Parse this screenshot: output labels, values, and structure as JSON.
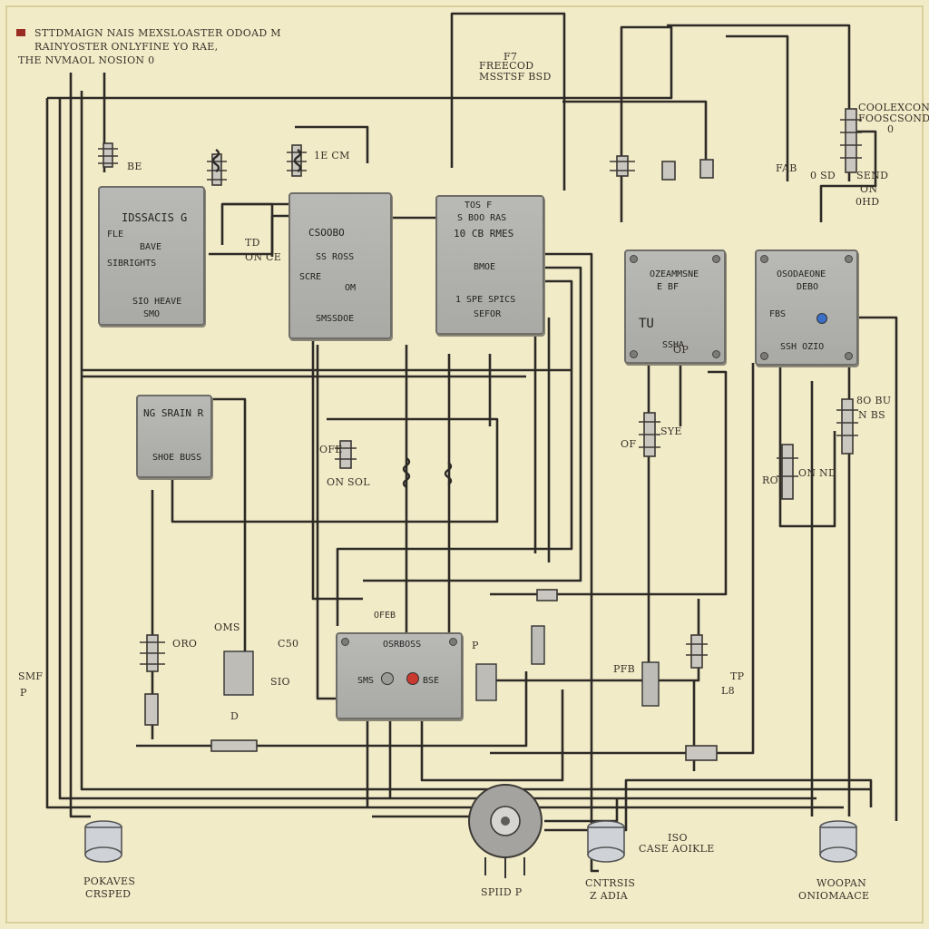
{
  "header": {
    "line1": "STTDMAIGN NAIS MEXSLOASTER ODOAD M",
    "line2": "RAINYOSTER ONLYFINE YO RAE,",
    "line3": "THE NVMAOL NOSION 0"
  },
  "top_label": {
    "line1": "F7",
    "line2": "FREECOD",
    "line3": "MSSTSF BSD"
  },
  "right_top_label": {
    "line1": "COOLEXCOND",
    "line2": "FOOSCSONDAD",
    "line3": "0"
  },
  "right_mid_labels": {
    "a": "0 SD",
    "b": "ON",
    "c": "0HD",
    "d": "SEND"
  },
  "modules": {
    "m1": {
      "line1": "IDSSACIS G",
      "line2": "FLE",
      "line3": "BAVE",
      "line4": "SIBRIGHTS",
      "line5": "SIO HEAVE",
      "line6": "SMO"
    },
    "m2": {
      "line1": "CSOOBO",
      "line2": "SS ROSS",
      "line3": "SCRE",
      "line4": "OM",
      "line5": "SMSSDOE"
    },
    "m3": {
      "line1": "TOS F",
      "line2": "S BOO RAS",
      "line3": "10 CB RMES",
      "line4": "BMOE",
      "line5": "1 SPE SPICS",
      "line6": "SEFOR"
    },
    "m4": {
      "line1": "OZEAMMSNE",
      "line2": "E BF",
      "line3": "TU",
      "line4": "SSHA"
    },
    "m5": {
      "line1": "OSODAEONE",
      "line2": "DEBO",
      "line3": "FBS",
      "line4": "SSH OZIO"
    },
    "m6": {
      "line1": "NG SRAIN R",
      "line2": "SHOE BUSS"
    },
    "m7": {
      "line1": "OFEB",
      "line2": "OSRBOSS",
      "line3": "SMS",
      "line4": "BSE"
    }
  },
  "component_labels": {
    "l1": "1E CM",
    "l2": "BE",
    "l3": "TD",
    "l4": "ON CE",
    "l5": "FAB",
    "l6": "SYE",
    "l7": "OF",
    "l8": "ORO",
    "l9": "OMS",
    "l10": "C50",
    "l11": "OFE",
    "l12": "ON SOL",
    "l13": "P",
    "l14": "SIO",
    "l15": "SMF",
    "l16": "8O BU",
    "l17": "N BS",
    "l18": "ROI",
    "l19": "ON ND",
    "l20": "D",
    "l21": "PFB",
    "l22": "L8",
    "l23": "TP",
    "l24": "P",
    "l25": "OP"
  },
  "bottom_labels": {
    "left": {
      "line1": "POKAVES",
      "line2": "CRSPED"
    },
    "center": "SPIID P",
    "center_right": {
      "line1": "CNTRSIS",
      "line2": "Z ADIA"
    },
    "mid_text": {
      "line1": "ISO",
      "line2": "CASE AOIKLE"
    },
    "right": {
      "line1": "WOOPAN",
      "line2": "ONIOMAACE"
    }
  },
  "colors": {
    "paper": "#f1ebc8",
    "wire": "#2d2a26",
    "module": "#b3b3b0",
    "lamp_red": "#c83a30",
    "lamp_blue": "#3a6fc8"
  }
}
